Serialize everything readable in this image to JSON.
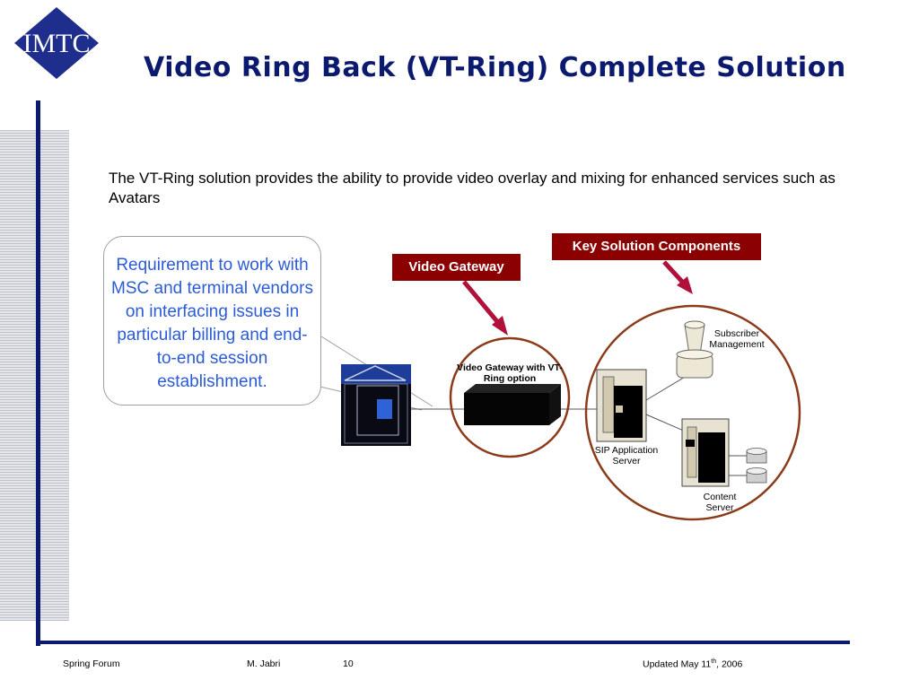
{
  "slide": {
    "logo_text": "IMTC",
    "title": "Video Ring Back (VT-Ring) Complete Solution",
    "intro": "The VT-Ring solution provides the ability to provide video overlay and mixing for enhanced services such as Avatars",
    "callout": "Requirement to work with MSC and terminal vendors on interfacing issues in particular billing and end-to-end session establishment."
  },
  "diagram": {
    "video_gateway_label": "Video Gateway",
    "key_components_label": "Key Solution Components",
    "video_gateway_caption": "Video Gateway with VT-Ring option",
    "sip_server_caption": "SIP Application Server",
    "subscriber_caption": "Subscriber Management",
    "content_caption": "Content Server",
    "accent_red": "#8b0000",
    "circle_color": "#8b3a1a"
  },
  "footer": {
    "event": "Spring Forum",
    "author": "M. Jabri",
    "page": "10",
    "updated_prefix": "Updated May 11",
    "updated_sup": "th",
    "updated_suffix": ", 2006"
  }
}
